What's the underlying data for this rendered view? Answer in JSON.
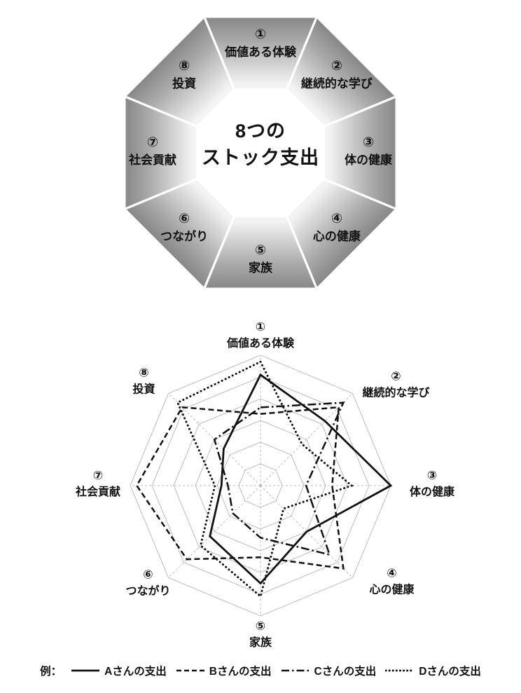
{
  "octagon_diagram": {
    "center_title_line1": "8つの",
    "center_title_line2": "ストック支出",
    "segments": [
      {
        "number": "①",
        "label": "価値ある体験"
      },
      {
        "number": "②",
        "label": "継続的な学び"
      },
      {
        "number": "③",
        "label": "体の健康"
      },
      {
        "number": "④",
        "label": "心の健康"
      },
      {
        "number": "⑤",
        "label": "家族"
      },
      {
        "number": "⑥",
        "label": "つながり"
      },
      {
        "number": "⑦",
        "label": "社会貢献"
      },
      {
        "number": "⑧",
        "label": "投資"
      }
    ],
    "colors": {
      "outer": "#767676",
      "mid": "#a9a9a9",
      "inner": "#f3f3f3"
    }
  },
  "chart_data": {
    "type": "radar",
    "title": "",
    "legend_prefix": "例：",
    "legend_position": "bottom",
    "levels": 6,
    "max": 10,
    "grid": true,
    "colors": {
      "line": "#111111",
      "grid": "#bcbcbc"
    },
    "categories": [
      {
        "number": "①",
        "label": "価値ある体験"
      },
      {
        "number": "②",
        "label": "継続的な学び"
      },
      {
        "number": "③",
        "label": "体の健康"
      },
      {
        "number": "④",
        "label": "心の健康"
      },
      {
        "number": "⑤",
        "label": "家族"
      },
      {
        "number": "⑥",
        "label": "つながり"
      },
      {
        "number": "⑦",
        "label": "社会貢献"
      },
      {
        "number": "⑧",
        "label": "投資"
      }
    ],
    "series": [
      {
        "name": "Aさんの支出",
        "style": "solid",
        "values": [
          8.5,
          7.0,
          10.0,
          5.0,
          7.5,
          5.5,
          3.0,
          4.0
        ]
      },
      {
        "name": "Bさんの支出",
        "style": "dashed",
        "values": [
          5.5,
          8.5,
          5.5,
          9.0,
          5.5,
          8.0,
          9.5,
          8.5
        ]
      },
      {
        "name": "Cさんの支出",
        "style": "dashdot",
        "values": [
          6.0,
          9.0,
          3.5,
          7.5,
          4.0,
          3.0,
          2.5,
          5.0
        ]
      },
      {
        "name": "Dさんの支出",
        "style": "dotted",
        "values": [
          9.5,
          4.5,
          7.0,
          2.5,
          8.5,
          6.5,
          3.5,
          9.0
        ]
      }
    ]
  }
}
